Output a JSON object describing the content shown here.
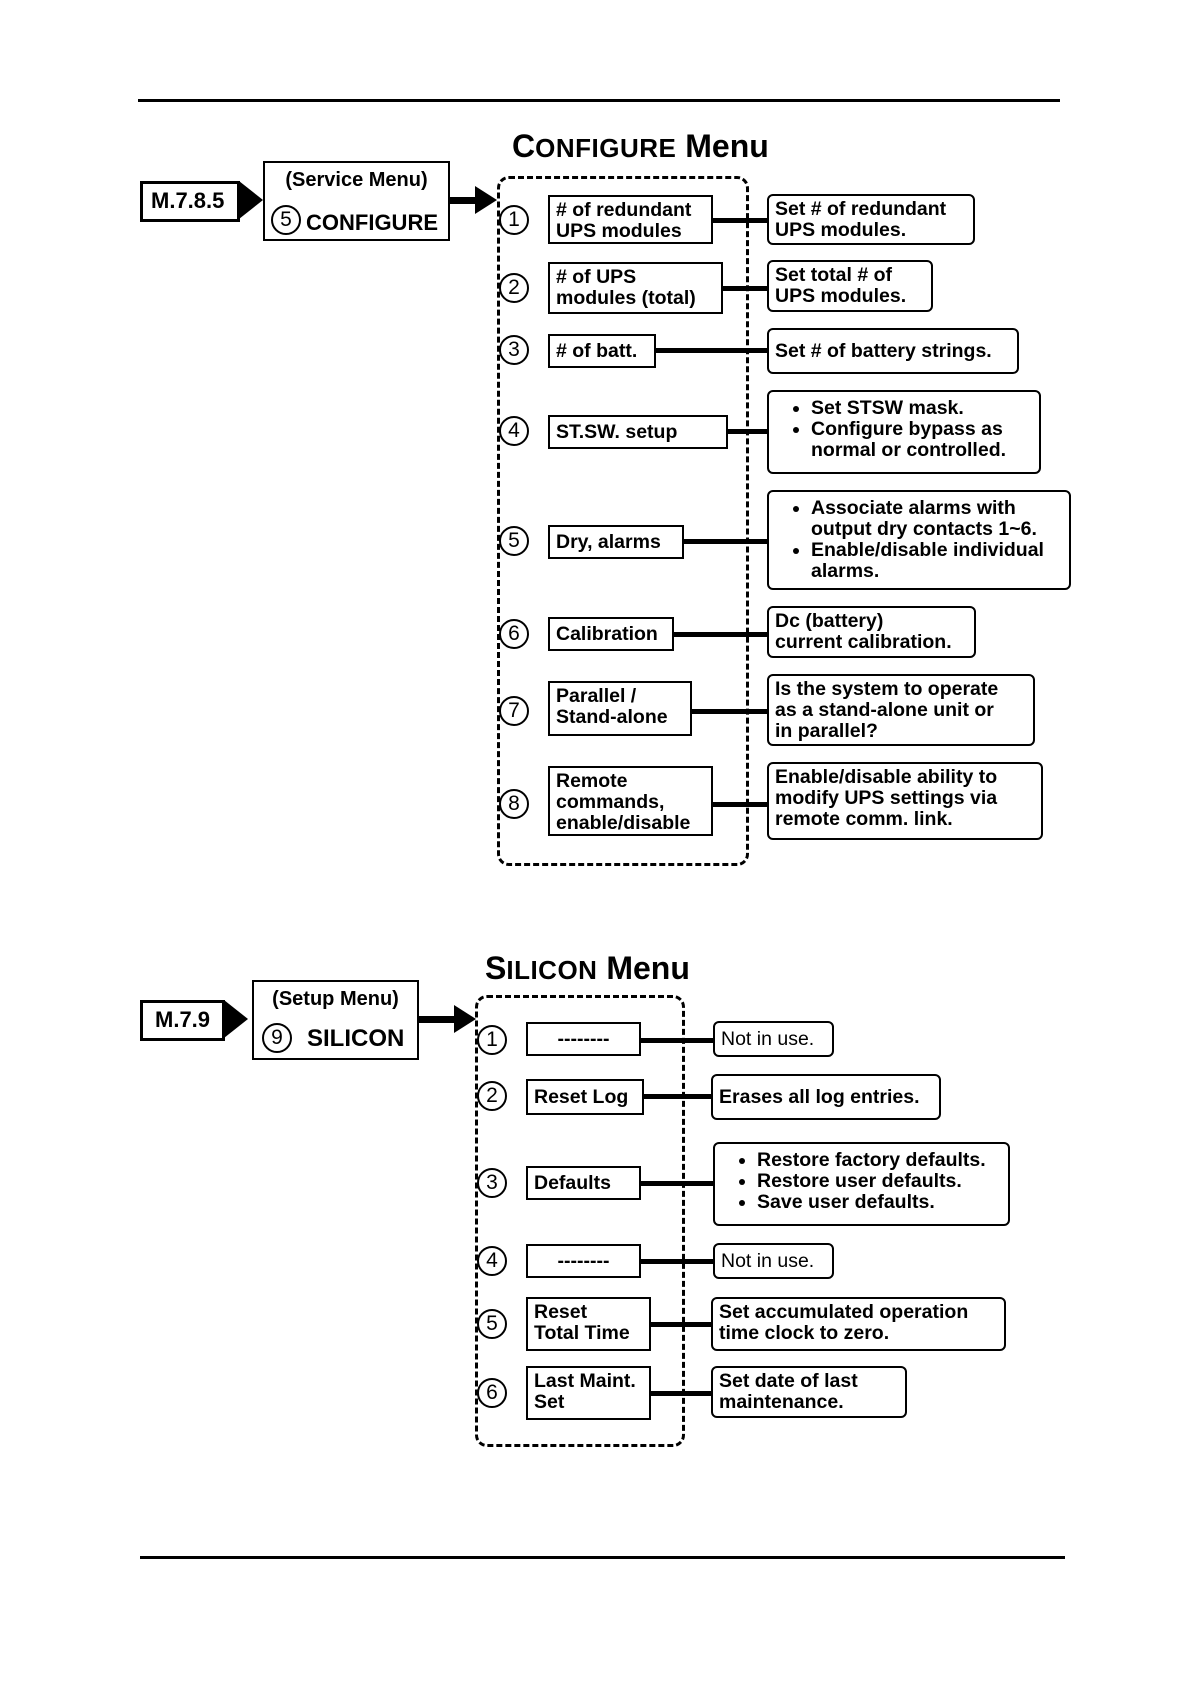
{
  "configure": {
    "title_big": "C",
    "title_small": "ONFIGURE",
    "title_rest": " Menu",
    "tag": "M.7.8.5",
    "service": {
      "line1": "(Service Menu)",
      "num": "5",
      "label": "CONFIGURE"
    },
    "items": [
      {
        "num": "1",
        "lines": [
          "# of redundant",
          "UPS modules"
        ],
        "desc": [
          "Set # of redundant",
          "UPS modules."
        ]
      },
      {
        "num": "2",
        "lines": [
          "# of UPS",
          "modules (total)"
        ],
        "desc": [
          "Set total # of",
          "UPS modules."
        ]
      },
      {
        "num": "3",
        "lines": [
          "# of batt."
        ],
        "desc": [
          "Set # of battery strings."
        ]
      },
      {
        "num": "4",
        "lines": [
          "ST.SW. setup"
        ],
        "bullets": [
          "Set STSW mask.",
          "Configure bypass as normal or controlled."
        ]
      },
      {
        "num": "5",
        "lines": [
          "Dry, alarms"
        ],
        "bullets": [
          "Associate alarms with output dry contacts 1~6.",
          "Enable/disable individual alarms."
        ]
      },
      {
        "num": "6",
        "lines": [
          "Calibration"
        ],
        "desc": [
          "Dc (battery)",
          "current calibration."
        ]
      },
      {
        "num": "7",
        "lines": [
          "Parallel /",
          "Stand-alone"
        ],
        "desc": [
          "Is the system to operate",
          "as a stand-alone unit or",
          "in parallel?"
        ]
      },
      {
        "num": "8",
        "lines": [
          "Remote",
          "commands,",
          "enable/disable"
        ],
        "desc": [
          "Enable/disable ability to",
          "modify UPS settings via",
          "remote comm. link."
        ]
      }
    ]
  },
  "silicon": {
    "title_big": "S",
    "title_small": "ILICON",
    "title_rest": " Menu",
    "tag": "M.7.9",
    "setup": {
      "line1": "(Setup Menu)",
      "num": "9",
      "label": "SILICON"
    },
    "items": [
      {
        "num": "1",
        "lines": [
          "--------"
        ],
        "desc": [
          "Not in use."
        ]
      },
      {
        "num": "2",
        "lines": [
          "Reset Log"
        ],
        "desc": [
          "Erases all log entries."
        ]
      },
      {
        "num": "3",
        "lines": [
          "Defaults"
        ],
        "bullets": [
          "Restore factory defaults.",
          "Restore user defaults.",
          "Save user defaults."
        ]
      },
      {
        "num": "4",
        "lines": [
          "--------"
        ],
        "desc": [
          "Not in use."
        ]
      },
      {
        "num": "5",
        "lines": [
          "Reset",
          "Total Time"
        ],
        "desc": [
          "Set accumulated operation",
          "time clock to zero."
        ]
      },
      {
        "num": "6",
        "lines": [
          "Last Maint.",
          "Set"
        ],
        "desc": [
          "Set date of last",
          "maintenance."
        ]
      }
    ]
  }
}
